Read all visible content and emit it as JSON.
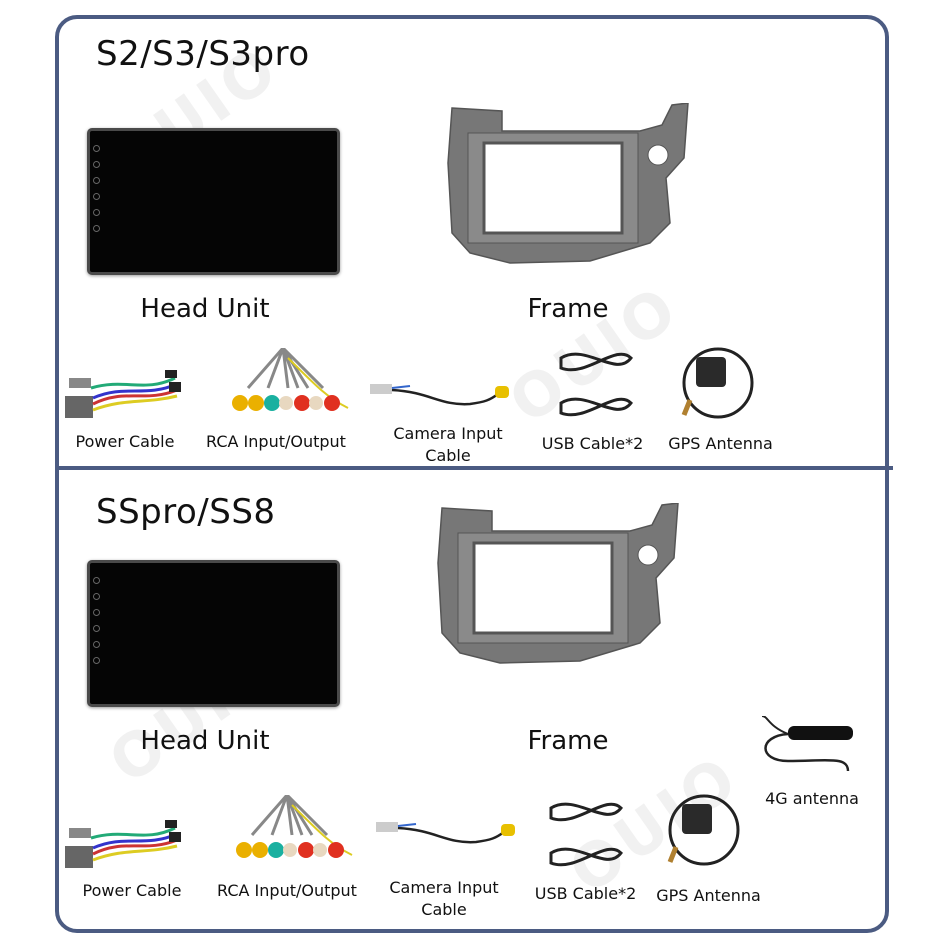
{
  "watermark": "OUIO",
  "sections": [
    {
      "title": "S2/S3/S3pro",
      "head_unit_label": "Head Unit",
      "frame_label": "Frame",
      "accessories": {
        "power_cable": "Power Cable",
        "rca": "RCA Input/Output",
        "camera_line1": "Camera Input",
        "camera_line2": "Cable",
        "usb": "USB Cable*2",
        "gps": "GPS Antenna"
      }
    },
    {
      "title": "SSpro/SS8",
      "head_unit_label": "Head Unit",
      "frame_label": "Frame",
      "accessories": {
        "power_cable": "Power Cable",
        "rca": "RCA Input/Output",
        "camera_line1": "Camera Input",
        "camera_line2": "Cable",
        "usb": "USB Cable*2",
        "gps": "GPS Antenna",
        "antenna_4g": "4G antenna"
      }
    }
  ],
  "colors": {
    "border": "#4b5b82",
    "frame": "#6e6e6e",
    "screen": "#050505"
  }
}
